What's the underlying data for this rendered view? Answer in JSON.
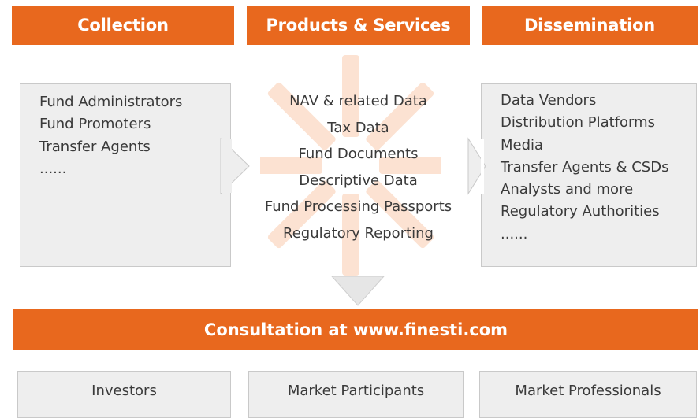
{
  "headers": {
    "collection": "Collection",
    "products": "Products & Services",
    "dissemination": "Dissemination"
  },
  "collection": {
    "items": [
      "Fund Administrators",
      "Fund Promoters",
      "Transfer Agents",
      "......"
    ]
  },
  "products": {
    "items": [
      "NAV & related Data",
      "Tax Data",
      "Fund Documents",
      "Descriptive Data",
      "Fund Processing Passports",
      "Regulatory Reporting"
    ]
  },
  "dissemination": {
    "items": [
      "Data Vendors",
      "Distribution Platforms",
      "Media",
      "Transfer Agents & CSDs",
      "Analysts and more",
      "Regulatory Authorities",
      "......"
    ]
  },
  "consultation": {
    "label": "Consultation at www.finesti.com"
  },
  "audiences": {
    "investors": "Investors",
    "participants": "Market Participants",
    "professionals": "Market Professionals"
  },
  "colors": {
    "accent": "#e8681e",
    "box_fill": "#eeeeee",
    "arrow_fill": "#e6e6e6",
    "watermark": "#fbd9c4"
  },
  "icons": {
    "watermark": "sunburst-logo-watermark",
    "flow_right": "chevron-right-arrow",
    "flow_down": "triangle-down-arrow"
  }
}
